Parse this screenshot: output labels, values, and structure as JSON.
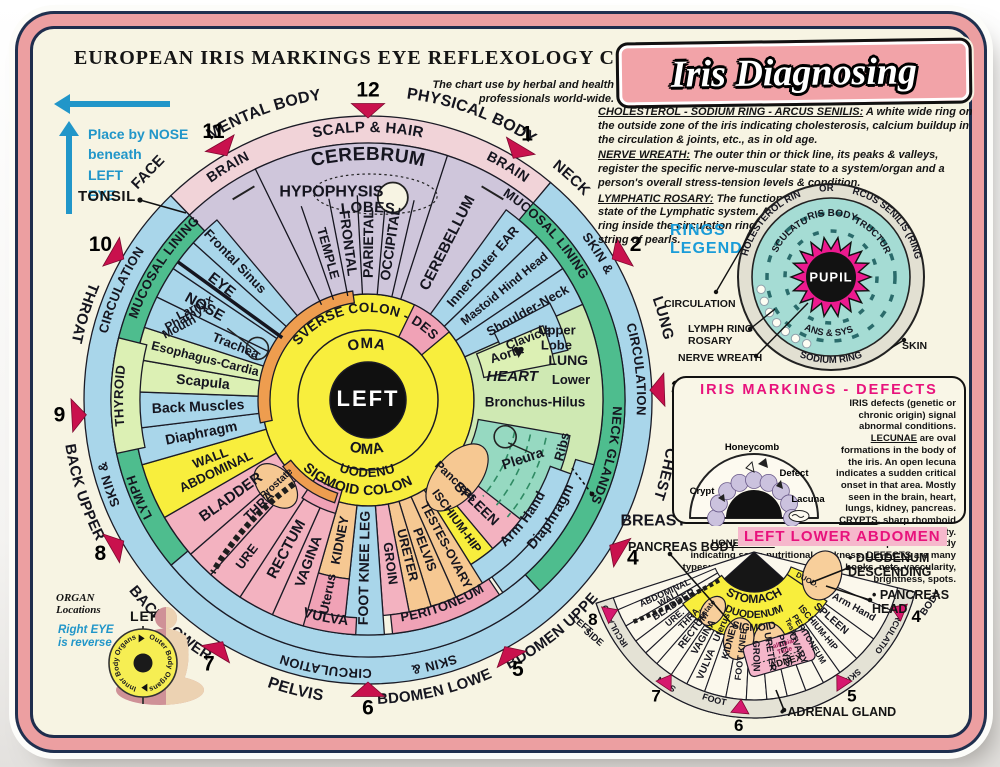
{
  "header": {
    "title": "EUROPEAN IRIS MARKINGS EYE REFLEXOLOGY CHART",
    "subtitle_line1": "The chart use by herbal and health",
    "subtitle_line2": "professionals world-wide.",
    "badge": "Iris Diagnosing",
    "place_note": [
      "Place by NOSE",
      "beneath",
      "LEFT",
      "EYE"
    ],
    "tonsil": "TONSIL"
  },
  "definitions": [
    {
      "term": "CHOLESTEROL - SODIUM RING - ARCUS SENILIS:",
      "text": " A white wide ring on the outside zone of the iris indicating cholesterosis, calcium buildup in the circulation & joints, etc., as in old age."
    },
    {
      "term": "NERVE WREATH:",
      "text": " The outer thin or thick line, its peaks & valleys, register the specific nerve-muscular state to a system/organ and a person's overall stress-tension levels & condition."
    },
    {
      "term": "LYMPHATIC ROSARY:",
      "text": " The functional state of the Lymphatic system. A white ring inside the circulation ring or a string of pearls."
    }
  ],
  "rings_legend": {
    "heading1": "RINGS",
    "heading2": "LEGEND",
    "circulation": "CIRCULATION",
    "lymph1": "LYMPH RING",
    "lymph2": "ROSARY",
    "nerve": "NERVE WREATH",
    "skin": "SKIN",
    "arc_top1": "CHOLESTEROL RING",
    "arc_top2": "OR",
    "arc_top3": "ARCUS SENILIS (RING)",
    "arc_bottom": "SODIUM RING",
    "iris_body": "IRIS BODY",
    "musculature": "MUSCULATURE",
    "structure": "STRUCTURE",
    "organs": "ORGANS & SYSTEMS",
    "pupil": "PUPIL"
  },
  "defects": {
    "title": "IRIS MARKINGS - DEFECTS",
    "body": [
      {
        "u": "",
        "t": "IRIS defects (genetic or chronic origin) signal abnormal conditions. "
      },
      {
        "u": "LECUNAE",
        "t": " are oval formations in the body of the iris. An open lecuna indicates a sudden critical onset in that area. Mostly seen in the brain, heart, lungs, kidney, pancreas. "
      },
      {
        "u": "CRYPTS",
        "t": ", sharp rhomboid structures, that deepen/darken with chronicity. "
      },
      {
        "u": "HONEYCOMB",
        "t": " formations are in the superior iris body indicating some nutritional weakness. "
      },
      {
        "u": "DEFECTS",
        "t": " are many types: color, fibrous, lines, lattices, hooks, nets, vascularity, brightness, spots."
      }
    ],
    "diagram": {
      "honeycomb": "Honeycomb",
      "defect": "Defect",
      "crypt": "Crypt",
      "lacuna": "Lacuna"
    }
  },
  "organ_locations": {
    "l1": "ORGAN",
    "l2": "Locations",
    "r1": "Right EYE",
    "r2": "is reverse",
    "left": "LEFT",
    "inner": "Inner Body Organs",
    "outer": "Outer Body Organs"
  },
  "fan_callouts": {
    "title": "LEFT LOWER ABDOMEN",
    "pancreas_body": "PANCREAS BODY",
    "duodenum1": "• DUODENUM",
    "duodenum2": "DESCENDING",
    "pancreas_head1": "• PANCREAS",
    "pancreas_head2": "HEAD",
    "adrenal": "• ADRENAL GLAND"
  },
  "palette": {
    "lav": "#cfc6db",
    "blue": "#a9d6ea",
    "pink": "#f3b2c0",
    "pinkD": "#f0a2b6",
    "orn": "#f6c892",
    "ornD": "#ee9d4f",
    "yel": "#f8ee3d",
    "grnS": "#cfe9b3",
    "grnL": "#dcf0b4",
    "teal": "#96d9c1",
    "grn": "#4ebd8e",
    "pinkL": "#f1d3d8",
    "gray": "#e4e2d5",
    "card": "#f7f4e3",
    "red": "#c9114d",
    "mag": "#d6186e",
    "blueTxt": "#1a9cd8",
    "magTxt": "#e8127c",
    "ink": "#1b1b26"
  },
  "iris": {
    "center": "LEFT",
    "bands": [
      [
        -44,
        40,
        257,
        284,
        "pinkL"
      ],
      [
        40,
        316,
        257,
        284,
        "blue"
      ],
      [
        32,
        138,
        235,
        257,
        "grn"
      ],
      [
        230,
        316,
        235,
        257,
        "grn"
      ],
      [
        138,
        230,
        235,
        257,
        "blue"
      ]
    ],
    "wedges": [
      [
        -44,
        40,
        106,
        257,
        "lav"
      ],
      [
        36,
        46,
        106,
        235,
        "blue"
      ],
      [
        46,
        56,
        106,
        235,
        "blue"
      ],
      [
        56,
        66,
        106,
        235,
        "blue"
      ],
      [
        66,
        142,
        106,
        235,
        "grnS"
      ],
      [
        100,
        134,
        112,
        205,
        "teal"
      ],
      [
        62,
        76,
        143,
        206,
        "blue"
      ],
      [
        67,
        79,
        118,
        190,
        "grnL"
      ],
      [
        128,
        140,
        106,
        194,
        "pink"
      ],
      [
        140,
        148,
        106,
        194,
        "yel"
      ],
      [
        106,
        145,
        216,
        235,
        "blue"
      ],
      [
        110,
        150,
        194,
        216,
        "blue"
      ],
      [
        148,
        156,
        106,
        216,
        "orn"
      ],
      [
        156,
        163,
        106,
        216,
        "orn"
      ],
      [
        163,
        169,
        106,
        216,
        "orn"
      ],
      [
        169,
        176,
        106,
        216,
        "pink"
      ],
      [
        146,
        174,
        216,
        235,
        "pinkD"
      ],
      [
        176,
        186,
        106,
        235,
        "blue"
      ],
      [
        186,
        196,
        106,
        180,
        "orn"
      ],
      [
        186,
        197,
        180,
        218,
        "pinkD"
      ],
      [
        183,
        199,
        218,
        235,
        "pinkD"
      ],
      [
        196,
        204,
        106,
        235,
        "pink"
      ],
      [
        204,
        213,
        106,
        235,
        "pink"
      ],
      [
        213,
        222,
        106,
        235,
        "pink"
      ],
      [
        222,
        229,
        106,
        235,
        "pink"
      ],
      [
        229,
        240,
        106,
        235,
        "pink"
      ],
      [
        240,
        254,
        106,
        235,
        "yel"
      ],
      [
        254,
        263,
        106,
        235,
        "blue"
      ],
      [
        263,
        272,
        106,
        235,
        "blue"
      ],
      [
        272,
        280,
        106,
        235,
        "grnL"
      ],
      [
        280,
        288,
        106,
        235,
        "grnL"
      ],
      [
        288,
        296,
        106,
        235,
        "blue"
      ],
      [
        296,
        304,
        106,
        235,
        "blue"
      ],
      [
        304,
        312,
        106,
        235,
        "blue"
      ],
      [
        312,
        320,
        106,
        235,
        "blue"
      ],
      [
        258,
        284,
        228,
        257,
        "grnL"
      ],
      [
        26,
        50,
        70,
        106,
        "pinkD"
      ],
      [
        196,
        214,
        94,
        118,
        "pinkD"
      ],
      [
        258,
        352,
        98,
        110,
        "ornD"
      ],
      [
        198,
        232,
        98,
        108,
        "ornD"
      ]
    ],
    "arc_labels": [
      [
        -24,
        24,
        240,
        "CEREBRUM",
        19
      ],
      [
        -11,
        11,
        188,
        "LOBES",
        15
      ],
      [
        -22,
        22,
        52,
        "STOMACH",
        15
      ],
      [
        203,
        157,
        54,
        "STOMACH",
        15
      ],
      [
        -53,
        49,
        88,
        "TRANSVERSE COLON - DESCEND",
        13.5
      ],
      [
        201,
        159,
        77,
        "DUODENUM",
        13
      ],
      [
        231,
        144,
        95,
        "SIGMOID COLON",
        14
      ],
      [
        -37,
        -25,
        268,
        "BRAIN",
        14
      ],
      [
        -13,
        13,
        268,
        "SCALP & HAIR",
        15
      ],
      [
        25,
        37,
        268,
        "BRAIN",
        14
      ],
      [
        -33,
        -7,
        304,
        "MENTAL BODY",
        16
      ],
      [
        7,
        33,
        304,
        "PHYSICAL BODY",
        16
      ],
      [
        37,
        48,
        297,
        "NECK",
        15
      ],
      [
        69,
        80,
        302,
        "LUNG",
        15
      ],
      [
        98,
        110,
        302,
        "CHEST",
        15
      ],
      [
        153,
        130,
        304,
        "ABDOMEN UPPER",
        15
      ],
      [
        178,
        156,
        304,
        "ABDOMEN LOWER",
        15
      ],
      [
        201,
        187,
        304,
        "PELVIS",
        16
      ],
      [
        232,
        211,
        306,
        "BACK LOWER",
        15
      ],
      [
        263,
        241,
        306,
        "BACK UPPER",
        15
      ],
      [
        295,
        279,
        302,
        "THROAT",
        15
      ],
      [
        33,
        61,
        245,
        "MUCOSAL LINING",
        13
      ],
      [
        87,
        119,
        245,
        "NECK GLANDS",
        13
      ],
      [
        239,
        255,
        245,
        "LYMPH",
        13
      ],
      [
        261,
        281,
        245,
        "THYROID",
        13
      ],
      [
        287,
        319,
        245,
        "MUCOSAL LINING",
        13
      ],
      [
        50,
        65,
        269,
        "SKIN &",
        13
      ],
      [
        70,
        97,
        269,
        "CIRCULATION",
        13
      ],
      [
        159,
        173,
        269,
        "SKIN &",
        13
      ],
      [
        177,
        201,
        269,
        "CIRCULATION",
        13
      ],
      [
        245,
        259,
        269,
        "SKIN &",
        13
      ],
      [
        281,
        307,
        269,
        "CIRCULATION",
        13
      ],
      [
        138,
        107,
        223,
        "Diaphragm",
        14
      ],
      [
        143,
        112,
        201,
        "Arm Hand",
        13.5
      ],
      [
        173,
        147,
        224,
        "PERITONEUM",
        13
      ],
      [
        198,
        184,
        226,
        "VULVA",
        14
      ],
      [
        110,
        97,
        204,
        "Ribs",
        13
      ]
    ],
    "radial_labels": [
      [
        -15.5,
        152,
        "TEMPLE",
        13
      ],
      [
        -7.5,
        158,
        "FRONTAL",
        14
      ],
      [
        0.5,
        156,
        "PARIETAL",
        14
      ],
      [
        8.5,
        158,
        "OCCIPITAL",
        14
      ],
      [
        27,
        176,
        "CEREBELLUM",
        15
      ],
      [
        41,
        176,
        "Inner-Outer EAR",
        13
      ],
      [
        51,
        176,
        "Mastoid Hind Head",
        12
      ],
      [
        61,
        183,
        "Shoulder-Neck",
        13
      ],
      [
        69,
        172,
        "Clavicle",
        12.5
      ],
      [
        72,
        146,
        "Aorta",
        13
      ],
      [
        134,
        150,
        "SPLEEN",
        14
      ],
      [
        144,
        150,
        "ISCHIUM-HIP",
        12
      ],
      [
        152,
        165,
        "TESTES-OVARY",
        12.5
      ],
      [
        159.5,
        160,
        "PELVIS",
        13
      ],
      [
        166,
        160,
        "URETER",
        13
      ],
      [
        172.5,
        165,
        "GROIN",
        13
      ],
      [
        181,
        168,
        "FOOT KNEE LEG",
        14
      ],
      [
        191,
        143,
        "KIDNEY",
        13
      ],
      [
        191.5,
        198,
        "Uterus",
        13
      ],
      [
        200,
        172,
        "VAGINA",
        14
      ],
      [
        208.5,
        170,
        "RECTUM",
        15
      ],
      [
        217.5,
        198,
        "URE",
        13
      ],
      [
        225.5,
        152,
        "THRA",
        13
      ],
      [
        234.5,
        168,
        "BLADDER",
        15
      ],
      [
        244.5,
        168,
        "ABDOMINAL",
        13
      ],
      [
        249.5,
        168,
        "WALL",
        13
      ],
      [
        258.5,
        170,
        "Diaphragm",
        14
      ],
      [
        267.5,
        170,
        "Back Muscles",
        14
      ],
      [
        276,
        166,
        "Scapula",
        14
      ],
      [
        284,
        168,
        "Esophagus-Cardia",
        12.5
      ],
      [
        292,
        143,
        "Trachea",
        13
      ],
      [
        299.5,
        188,
        "NOSE",
        15
      ],
      [
        308,
        186,
        "EYE",
        15
      ],
      [
        316,
        192,
        "Frontal Sinus",
        13
      ],
      [
        133,
        120,
        "Pancreas",
        12
      ],
      [
        227.5,
        124,
        "Prostate",
        10
      ]
    ],
    "h_labels": [
      [
        -10,
        211,
        "HYPOPHYSIS",
        16,
        0
      ],
      [
        81,
        146,
        "HEART",
        15,
        0
      ],
      [
        70,
        201,
        "Upper",
        13,
        0
      ],
      [
        74,
        196,
        "Lobe",
        13,
        0
      ],
      [
        79,
        204,
        "LUNG",
        14,
        0
      ],
      [
        84.5,
        204,
        "Lower",
        13,
        0
      ],
      [
        91,
        167,
        "Bronchus-Hilus",
        13.5,
        0
      ],
      [
        111,
        166,
        "Pleura",
        14,
        -18
      ],
      [
        113,
        310,
        "BREAST",
        16,
        0
      ],
      [
        -44,
        316,
        "FACE",
        15,
        -46
      ],
      [
        291,
        202,
        "Mouth",
        12,
        -28
      ],
      [
        294.5,
        199,
        "Pharnyx",
        12,
        -28
      ],
      [
        298,
        196,
        "Larnyx",
        12,
        -28
      ]
    ],
    "lines": [
      [
        -19,
        106,
        205,
        1.3
      ],
      [
        -11,
        106,
        205,
        1.3
      ],
      [
        -3,
        106,
        205,
        1.3
      ],
      [
        5,
        106,
        205,
        1.3
      ],
      [
        13,
        106,
        205,
        1.3
      ],
      [
        18,
        106,
        257,
        1.3
      ],
      [
        -26,
        106,
        257,
        1.3
      ],
      [
        306,
        106,
        235,
        3.5
      ]
    ],
    "numbers": [
      [
        0,
        "12"
      ],
      [
        31,
        "1"
      ],
      [
        60,
        "2"
      ],
      [
        88,
        "3"
      ],
      [
        121,
        "4"
      ],
      [
        151,
        "5"
      ],
      [
        180,
        "6"
      ],
      [
        211,
        "7"
      ],
      [
        240,
        "8"
      ],
      [
        267,
        "9"
      ],
      [
        300,
        "10"
      ],
      [
        330,
        "11"
      ]
    ],
    "blobs": [
      [
        131,
        118,
        40,
        22,
        "orn"
      ],
      [
        227,
        126,
        26,
        17,
        "orn"
      ]
    ]
  },
  "fan": {
    "bounds": [
      247,
      240,
      233,
      227,
      221,
      214,
      207,
      199.5,
      191,
      183,
      175,
      167,
      159.5,
      152,
      144.5,
      136,
      126,
      113
    ],
    "band": [
      104,
      252,
      148,
      166
    ],
    "yellow": [
      124,
      234,
      40,
      88
    ],
    "duod_wedge": [
      112,
      124,
      40,
      80
    ],
    "black": [
      132,
      228,
      0,
      40
    ],
    "arc_labels": [
      [
        210,
        150,
        51,
        "STOMACH",
        12
      ],
      [
        204,
        156,
        66,
        "DUODENUM",
        10.5
      ],
      [
        196,
        164,
        79,
        "SIGMOID",
        10.5
      ],
      [
        234,
        250,
        156,
        "CIRCULATION",
        8.5
      ],
      [
        208,
        219,
        156,
        "SKIN",
        8.5
      ],
      [
        200,
        190,
        156,
        "FOOT",
        9
      ],
      [
        137,
        147,
        156,
        "SKIN",
        8.5
      ],
      [
        112,
        130,
        156,
        "CIRCULATION",
        8.5
      ]
    ],
    "radial_labels": [
      [
        245,
        98,
        "ABDOMINAL",
        9
      ],
      [
        241,
        96,
        "WALL",
        9
      ],
      [
        236.5,
        96,
        "BLADDER",
        10
      ],
      [
        230,
        103,
        "URE.",
        9
      ],
      [
        224,
        92,
        "THRA.",
        9
      ],
      [
        217.5,
        99,
        "RECTUM",
        10
      ],
      [
        210.5,
        99,
        "VAGINA",
        10
      ],
      [
        203,
        122,
        "VULVA",
        10
      ],
      [
        203,
        82,
        "Uterus",
        9.5
      ],
      [
        195,
        92,
        "KIDNEY",
        10
      ],
      [
        187,
        103,
        "FOOT KNEE",
        9
      ],
      [
        179,
        104,
        "GROIN",
        9.5
      ],
      [
        171,
        101,
        "URETER",
        9.5
      ],
      [
        163,
        103,
        "PELVIS",
        9.5
      ],
      [
        155.5,
        106,
        "OVARY",
        9.5
      ],
      [
        154,
        86,
        "Testes",
        7.5
      ],
      [
        148,
        103,
        "PERITONEUM",
        8.5
      ],
      [
        140,
        99,
        "ISCHIUM-HIP",
        9
      ],
      [
        131,
        102,
        "SPLEEN",
        10.5
      ],
      [
        119,
        114,
        "Arm Hand",
        10
      ],
      [
        118,
        60,
        "DUOD.",
        7.5
      ],
      [
        219,
        78,
        "Prostate",
        7.5
      ]
    ],
    "rot_labels": [
      [
        247,
        187,
        "LEFT",
        9.5,
        40
      ],
      [
        242,
        182,
        "SIDE",
        9.5,
        40
      ],
      [
        106,
        184,
        "BODY",
        10,
        -55
      ]
    ],
    "numbers": [
      [
        247,
        "8"
      ],
      [
        214,
        "7"
      ],
      [
        185,
        "6"
      ],
      [
        146,
        "5"
      ],
      [
        112,
        "4"
      ]
    ],
    "blobs": [
      [
        109,
        72,
        25,
        19
      ],
      [
        170,
        95,
        17,
        23
      ],
      [
        190,
        88,
        15,
        21
      ],
      [
        215,
        72,
        11,
        16
      ]
    ],
    "adnex": {
      "f1": "Fallopian",
      "f2": "Tube",
      "name": "ADNEX"
    }
  }
}
